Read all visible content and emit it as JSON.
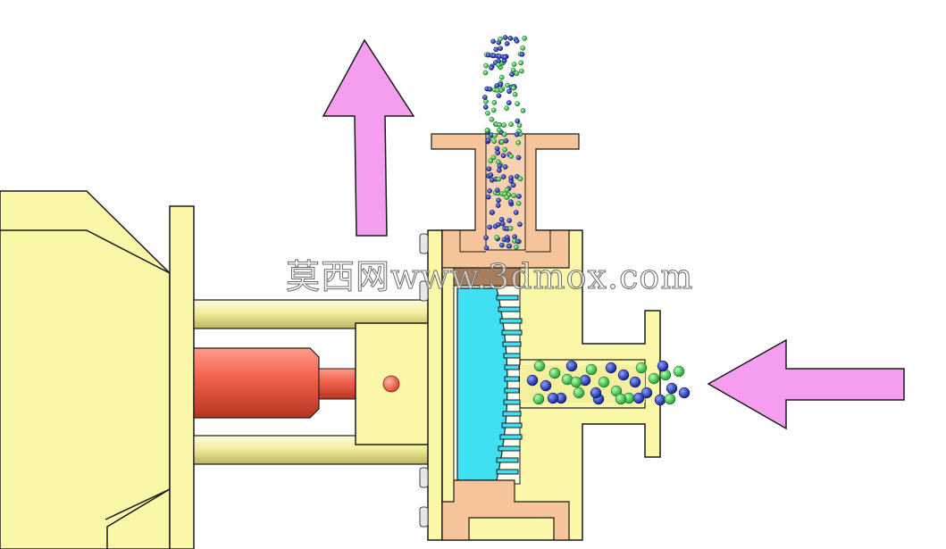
{
  "watermark": {
    "text": "莫西网www.3dmox.com"
  },
  "colors": {
    "housing": "#fbf7a8",
    "outline": "#1a1a1a",
    "rod": "#f0eb9a",
    "piston": "#f2644f",
    "rotor": "#3fe0f2",
    "hopper": "#f6c49a",
    "seal": "#a87d5b",
    "arrow": "#f59ef0",
    "particle_blue": "#1c2fb0",
    "particle_green": "#2fd64a"
  },
  "arrows": {
    "up": {
      "direction": "up",
      "icon": "arrow-up-icon"
    },
    "left": {
      "direction": "left",
      "icon": "arrow-left-icon"
    }
  }
}
